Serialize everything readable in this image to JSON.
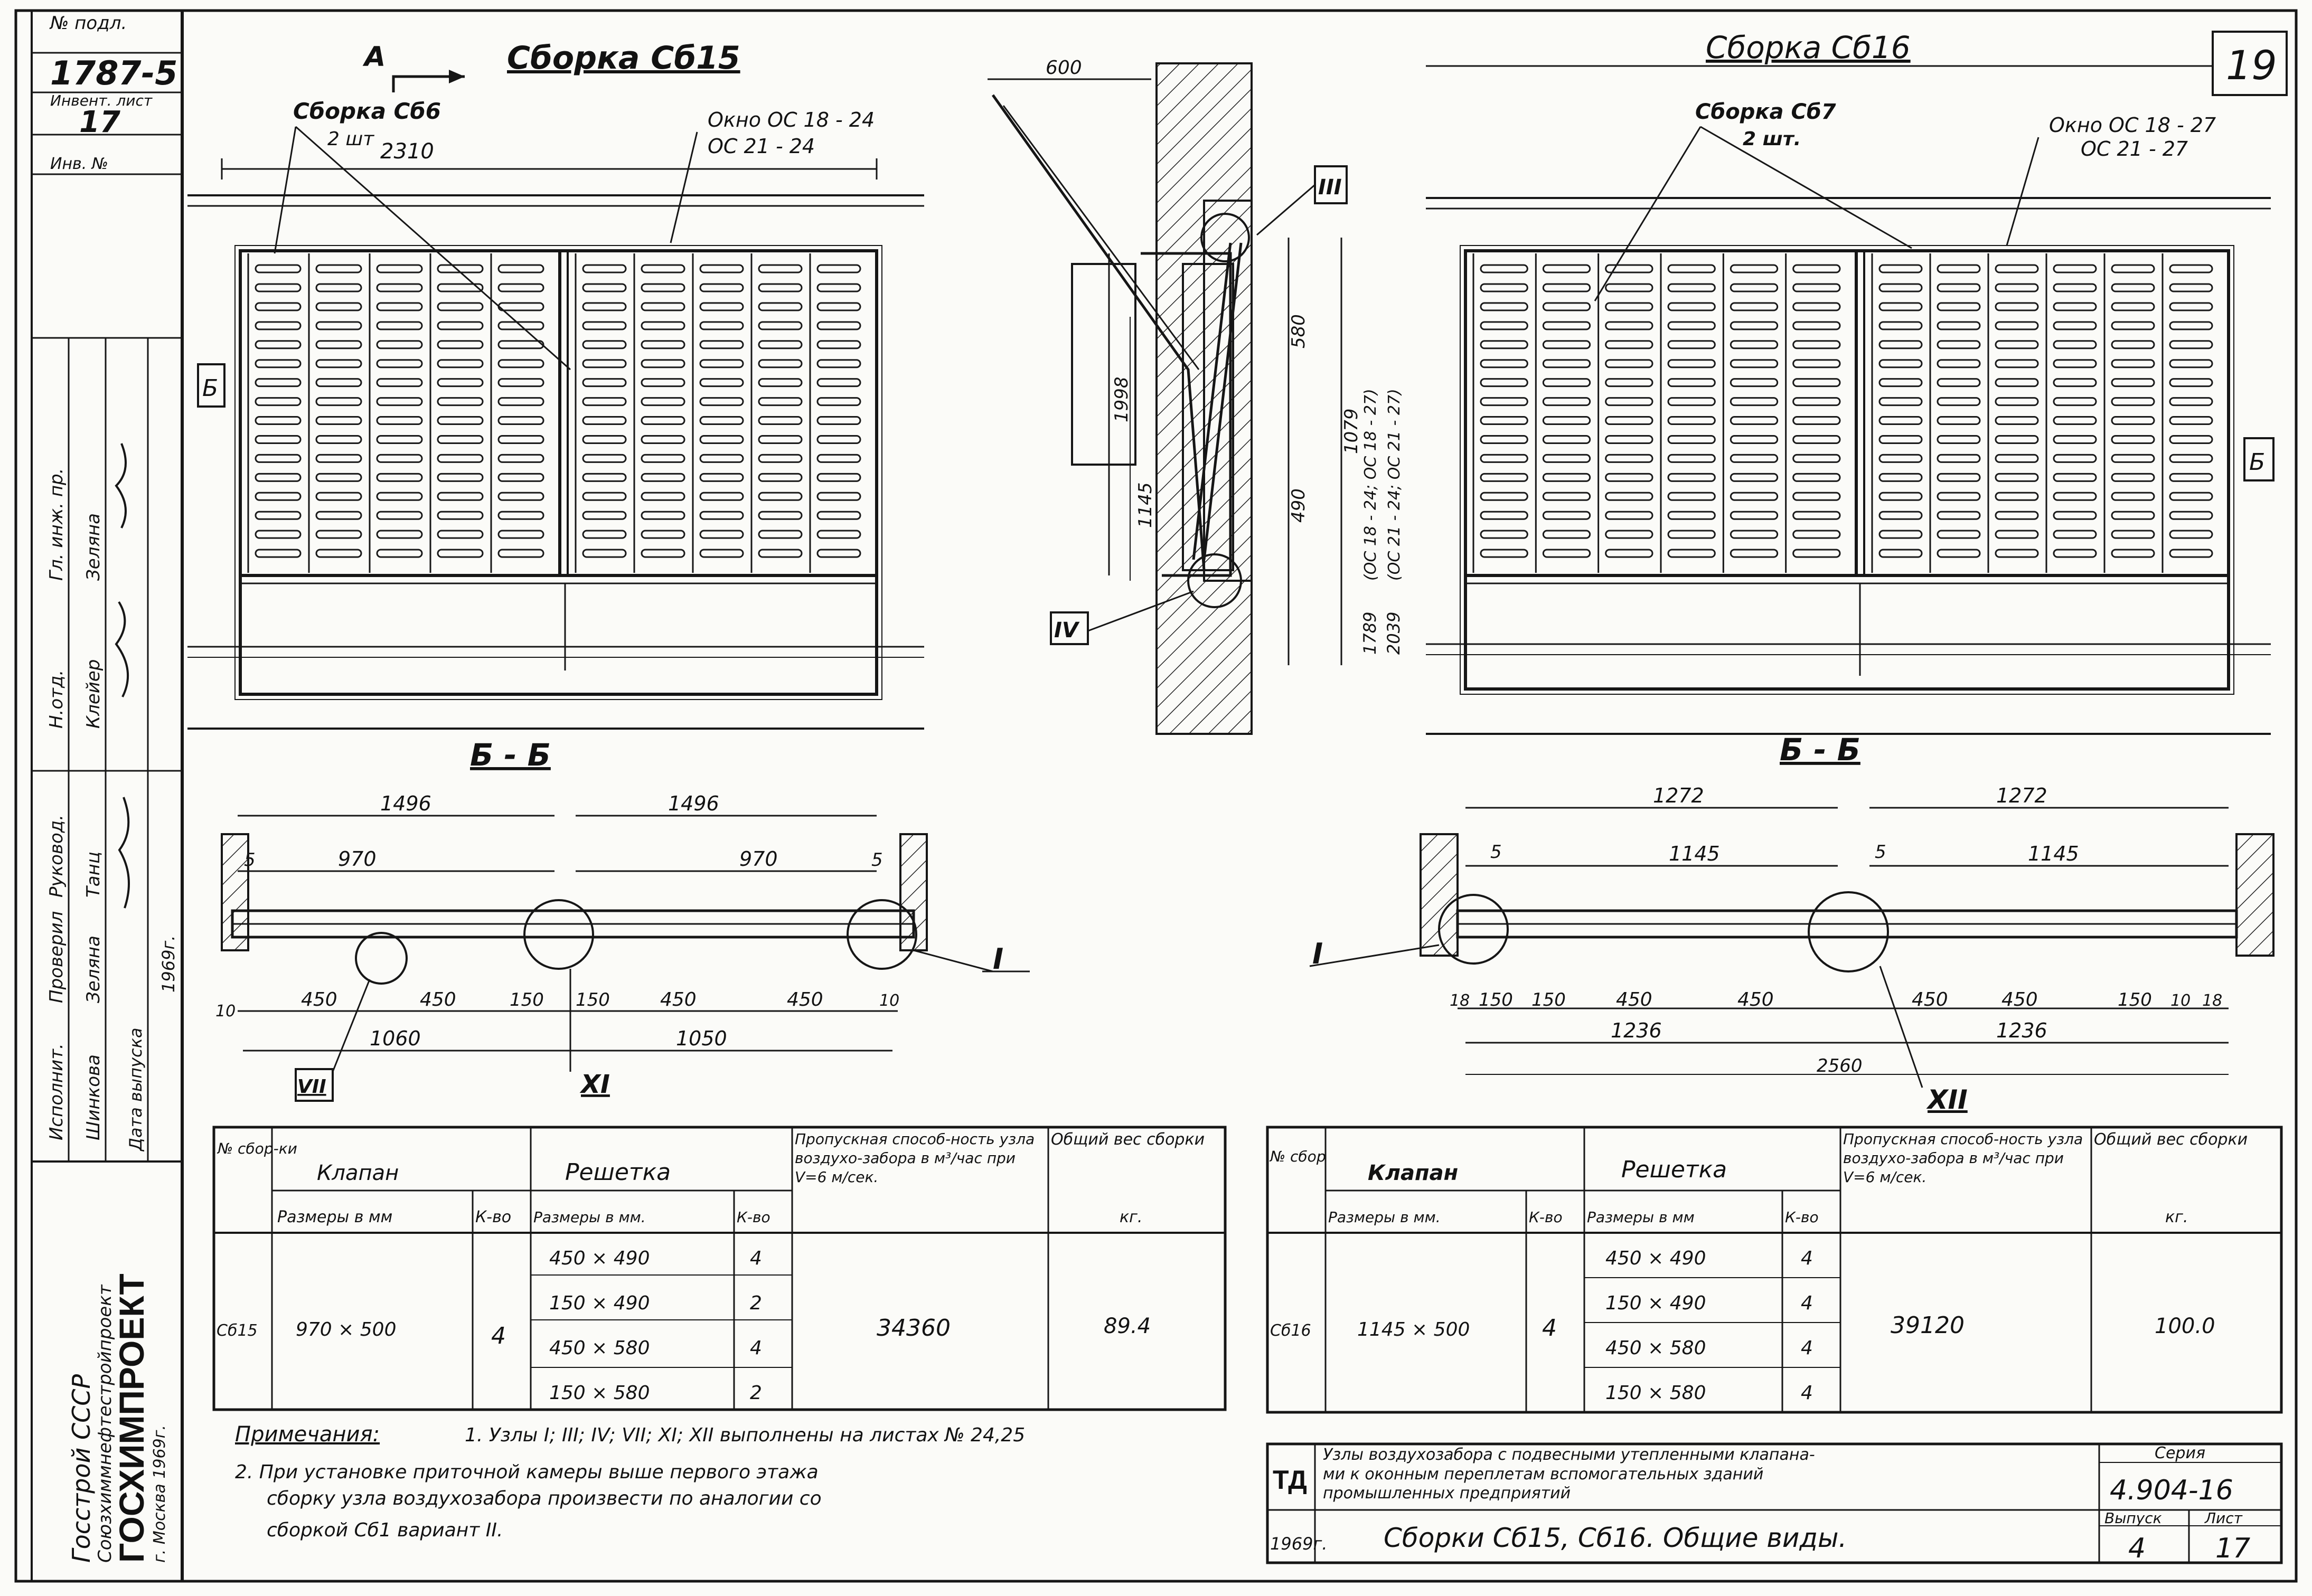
{
  "sheet": {
    "archive_no_label": "№ подл.",
    "archive_no": "1787-5",
    "archive_sheet_label": "Инвент. лист",
    "archive_sheet": "17",
    "inv_label": "Инв. №",
    "page_number": "19",
    "roles": [
      "Исполнит.",
      "Проверил",
      "Руковод.",
      "Н.отд.",
      "Гл. инж. пр."
    ],
    "names": [
      "Шинкова",
      "Зеляна",
      "Танц",
      "Клейер",
      "Зеляна"
    ],
    "date_label": "Дата выпуска",
    "date": "1969г.",
    "org_line1": "Госстрой СССР",
    "org_line2": "Союзхиммнефтестройпроект",
    "org_name": "ГОСХИМПРОЕКТ",
    "org_city": "г. Москва 1969г."
  },
  "left_view": {
    "title": "Сборка Сб15",
    "section_marker": "А",
    "callout_assembly": "Сборка Сб6",
    "callout_qty": "2 шт",
    "callout_window_1": "Окно ОС 18 - 24",
    "callout_window_2": "ОС 21 - 24",
    "dim_top": "2310",
    "cut_label_1": "Б",
    "section_title": "Б - Б",
    "section_dims_top": [
      "1496",
      "1496"
    ],
    "section_dims_mid": [
      "970",
      "970"
    ],
    "section_gap_left": "5",
    "section_gap_right": "5",
    "section_dims_bottom": [
      "10",
      "450",
      "450",
      "150",
      "150",
      "450",
      "450",
      "10"
    ],
    "section_dims_total": [
      "1060",
      "1050"
    ],
    "node_labels": [
      "I",
      "VII",
      "XI"
    ]
  },
  "middle_view": {
    "dims_top": "600",
    "dims_vertical": [
      "1998",
      "1145",
      "580",
      "1079",
      "490",
      "1789",
      "2039"
    ],
    "window_notes": [
      "(ОС 18 - 24; ОС 18 - 27)",
      "(ОС 21 - 24; ОС 21 - 27)"
    ],
    "node_labels": [
      "III",
      "IV"
    ]
  },
  "right_view": {
    "title": "Сборка Сб16",
    "callout_assembly": "Сборка Сб7",
    "callout_qty": "2 шт.",
    "callout_window_1": "Окно ОС 18 - 27",
    "callout_window_2": "ОС 21 - 27",
    "cut_label_1": "Б",
    "section_title": "Б - Б",
    "section_dims_top": [
      "1272",
      "1272"
    ],
    "section_dims_mid": [
      "1145",
      "1145"
    ],
    "section_gap_left": "5",
    "section_gap_right": "5",
    "section_dims_bottom": [
      "18",
      "150",
      "150",
      "450",
      "450",
      "450",
      "450",
      "150",
      "10",
      "18"
    ],
    "section_dims_total": [
      "1236",
      "1236"
    ],
    "section_dim_center": "2560",
    "node_labels": [
      "I",
      "XII"
    ]
  },
  "table_left": {
    "headers": {
      "no": "№ сбор-ки",
      "valve": "Клапан",
      "valve_size": "Размеры в мм",
      "valve_qty": "К-во",
      "grille": "Решетка",
      "grille_size": "Размеры в мм.",
      "grille_qty": "К-во",
      "capacity": "Пропускная способ-ность узла воздухо-забора в м³/час при V=6 м/сек.",
      "weight": "Общий вес сборки",
      "weight_unit": "кг."
    },
    "row": {
      "no": "Сб15",
      "valve_size": "970 × 500",
      "valve_qty": "4",
      "grilles": [
        {
          "size": "450 × 490",
          "qty": "4"
        },
        {
          "size": "150 × 490",
          "qty": "2"
        },
        {
          "size": "450 × 580",
          "qty": "4"
        },
        {
          "size": "150 × 580",
          "qty": "2"
        }
      ],
      "capacity": "34360",
      "weight": "89.4"
    }
  },
  "table_right": {
    "headers": {
      "no": "№ сбор",
      "valve": "Клапан",
      "valve_size": "Размеры в мм.",
      "valve_qty": "К-во",
      "grille": "Решетка",
      "grille_size": "Размеры в мм",
      "grille_qty": "К-во",
      "capacity": "Пропускная способ-ность узла воздухо-забора в м³/час при V=6 м/сек.",
      "weight": "Общий вес сборки",
      "weight_unit": "кг."
    },
    "row": {
      "no": "Сб16",
      "valve_size": "1145 × 500",
      "valve_qty": "4",
      "grilles": [
        {
          "size": "450 × 490",
          "qty": "4"
        },
        {
          "size": "150 × 490",
          "qty": "4"
        },
        {
          "size": "450 × 580",
          "qty": "4"
        },
        {
          "size": "150 × 580",
          "qty": "4"
        }
      ],
      "capacity": "39120",
      "weight": "100.0"
    }
  },
  "notes": {
    "title": "Примечания:",
    "line1": "1. Узлы I; III; IV; VII; XI; XII выполнены на листах № 24,25",
    "line2a": "2. При установке приточной камеры выше первого этажа",
    "line2b": "сборку узла воздухозабора произвести по аналогии со",
    "line2c": "сборкой Сб1 вариант II."
  },
  "title_block": {
    "td": "ТД",
    "description_1": "Узлы воздухозабора с подвесными утепленными клапана-",
    "description_2": "ми к оконным переплетам вспомогательных зданий",
    "description_3": "промышленных предприятий",
    "series_label": "Серия",
    "series": "4.904-16",
    "year": "1969г.",
    "sheet_title": "Сборки Сб15, Сб16.   Общие виды.",
    "issue_label": "Выпуск",
    "issue": "4",
    "sheet_label": "Лист",
    "sheet_no": "17"
  }
}
